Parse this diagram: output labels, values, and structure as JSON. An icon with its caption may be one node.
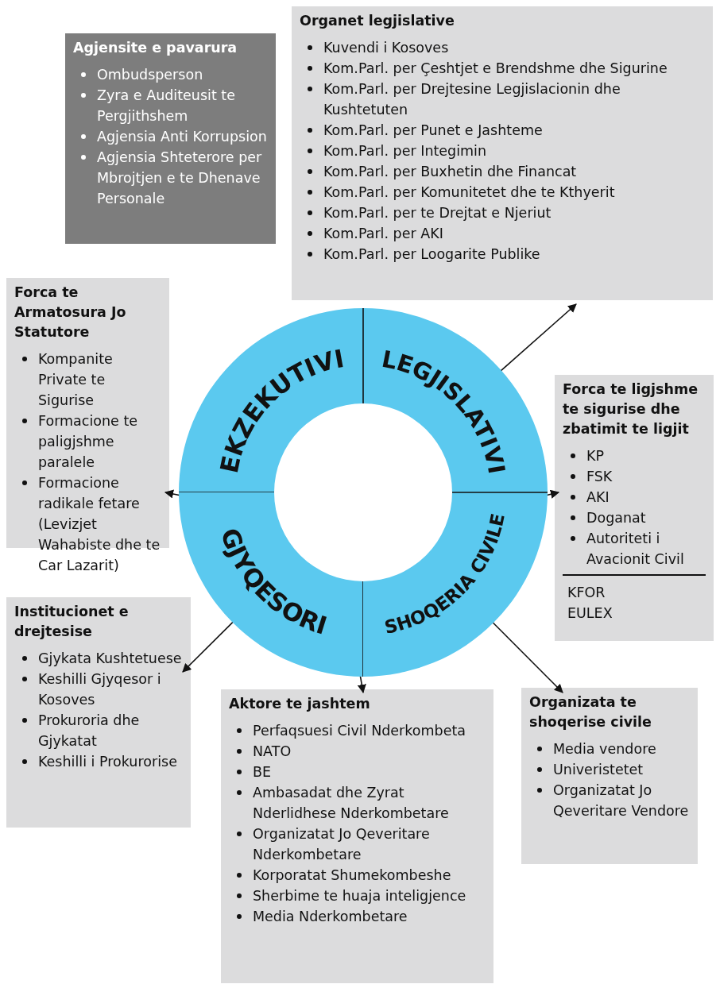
{
  "diagram": {
    "nodes": [
      {
        "text": [
          "Agjensite e pavarura",
          "Ombudsperson",
          "Zyra e Auditeusit te Pergjithshem",
          "Agjensia Anti Korrupsion",
          "Agjensia Shteterore per Mbrojtjen e te Dhenave Personale"
        ]
      },
      {
        "text": [
          "Organet legjislative",
          "Kuvendi i Kosoves",
          "Kom.Parl. per Çeshtjet e Brendshme dhe Sigurine",
          "Kom.Parl. per Drejtesine Legjislacionin dhe Kushtetuten",
          "Kom.Parl. per Punet e Jashteme",
          "Kom.Parl. per Integimin",
          "Kom.Parl. per Buxhetin dhe Financat",
          "Kom.Parl. per Komunitetet dhe te Kthyerit",
          "Kom.Parl. per te Drejtat e Njeriut",
          "Kom.Parl. per AKI",
          "Kom.Parl. per Loogarite Publike"
        ]
      },
      {
        "text": [
          "Forca te Armatosura Jo Statutore",
          "Kompanite Private te Sigurise",
          "Formacione te paligjshme paralele",
          "Formacione radikale fetare (Levizjet Wahabiste dhe te Car Lazarit)"
        ]
      },
      {
        "text": [],
        "shape": "circle"
      },
      {
        "text": [
          "EKZEKUTIVI"
        ],
        "in": 3
      },
      {
        "text": [
          "LEGJISLATIVI"
        ],
        "in": 3
      },
      {
        "text": [
          "Forca te ligjshme te sigurise dhe zbatimit te ligjit",
          "KP",
          "FSK",
          "AKI",
          "Doganat",
          "Autoriteti i Avacionit Civil",
          "KFOR",
          "EULEX"
        ]
      },
      {
        "text": [
          "GJYQESORI"
        ],
        "in": 3
      },
      {
        "text": [
          "SHOQERIA CIVILE"
        ],
        "in": 3
      },
      {
        "text": [
          "Institucionet e drejtesise",
          "Gjykata Kushtetuese",
          "Keshilli Gjyqesor i Kosoves",
          "Prokuroria dhe Gjykatat",
          "Keshilli i Prokurorise"
        ]
      },
      {
        "text": [
          "Aktore te jashtem",
          "Perfaqsuesi Civil Nderkombeta",
          "NATO",
          "BE",
          "Ambasadat dhe Zyrat Nderlidhese Nderkombetare",
          "Organizatat Jo Qeveritare Nderkombetare",
          "Korporatat Shumekombeshe",
          "Sherbime te huaja inteligjence",
          "Media Nderkombetare"
        ]
      },
      {
        "text": [
          "Organizata te shoqerise civile",
          "Media vendore",
          "Univeristetet",
          "Organizatat Jo Qeveritare Vendore"
        ]
      }
    ],
    "edges": [
      {
        "from": 5,
        "to": 1,
        "arrow": "to"
      },
      {
        "from": 7,
        "to": 2,
        "arrow": "to"
      },
      {
        "from": 8,
        "to": 6,
        "arrow": "to"
      },
      {
        "from": 7,
        "to": 9,
        "arrow": "to"
      },
      {
        "from": 7,
        "to": 10,
        "arrow": "to"
      },
      {
        "from": 8,
        "to": 11,
        "arrow": "to"
      }
    ]
  }
}
